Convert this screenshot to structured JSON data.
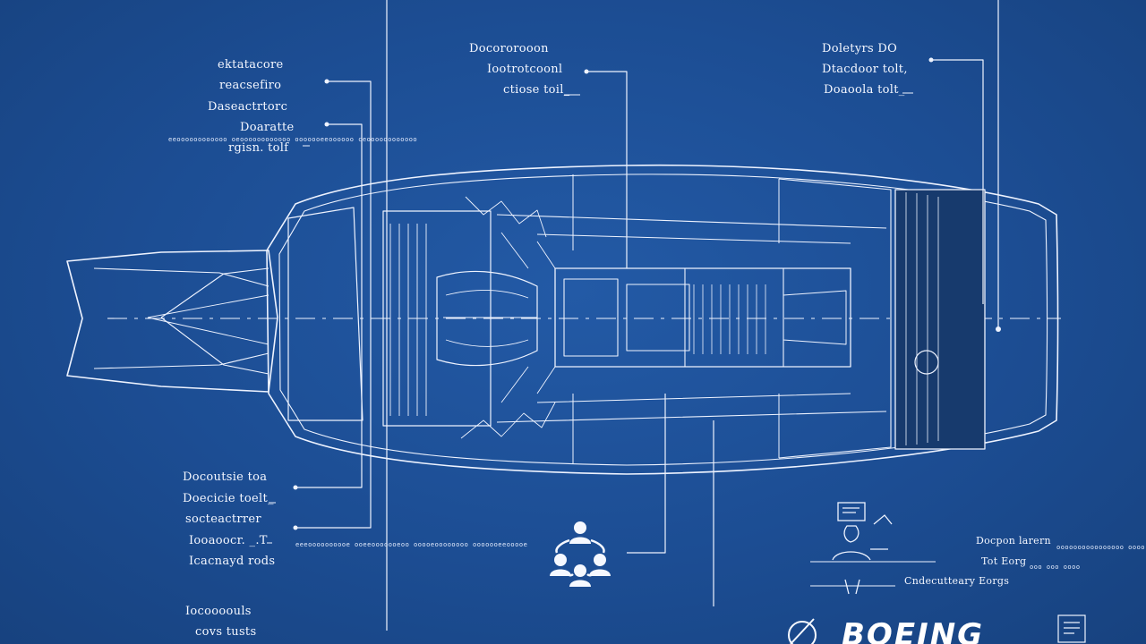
{
  "labels": {
    "top_left_1": "ektatacore",
    "top_left_2": "reacsefiro",
    "top_left_3": "Daseactrtorc",
    "top_left_4": "Doaratte",
    "top_left_5": "rgisn. tolf",
    "top_center_1": "Docororooon",
    "top_center_2": "Iootrotcoonl",
    "top_center_3": "ctiose toil_",
    "top_right_1": "Doletyrs DO",
    "top_right_2": "Dtacdoor tolt,",
    "top_right_3": "Doaoola tolt_",
    "bottom_left_1": "Docoutsie toa",
    "bottom_left_2": "Doecicie toelt_",
    "bottom_left_3": "socteactrrer",
    "bottom_left_4": "Iooaoocr. _.T",
    "bottom_left_5": "Icacnayd rods",
    "bottom_left_6": "Iocoooouls",
    "bottom_left_7": "covs tusts",
    "bottom_right_1": "Docpon larern",
    "bottom_right_2": "Tot Eorg",
    "bottom_right_3": "Cndecutteary Eorgs"
  },
  "tiny_notes": {
    "left_block": "eeoooooooooooo\noeoooooooooooo\nooooooeeoooooo\nceoooooooooooo",
    "bottom_mid_block": "eeeoooooooooe\nooeeooooooeoo\nooooeoooooooo\nooooooeeooooe",
    "bottom_right_a": "oooooooooooooooo\noooo oooo\nooooo eeoo",
    "bottom_right_b": "ooo\nooo\noooo"
  },
  "brand": {
    "logo_text": "BOEING"
  },
  "icons": {
    "team_icon": "people-network-icon",
    "operator_icon": "operator-console-icon",
    "emblem_icon": "slash-circle-icon",
    "stamp_icon": "approval-stamp-icon"
  },
  "colors": {
    "background": "#1d4f95",
    "line": "#eef3ff",
    "accent_dark": "#1a3f78"
  }
}
